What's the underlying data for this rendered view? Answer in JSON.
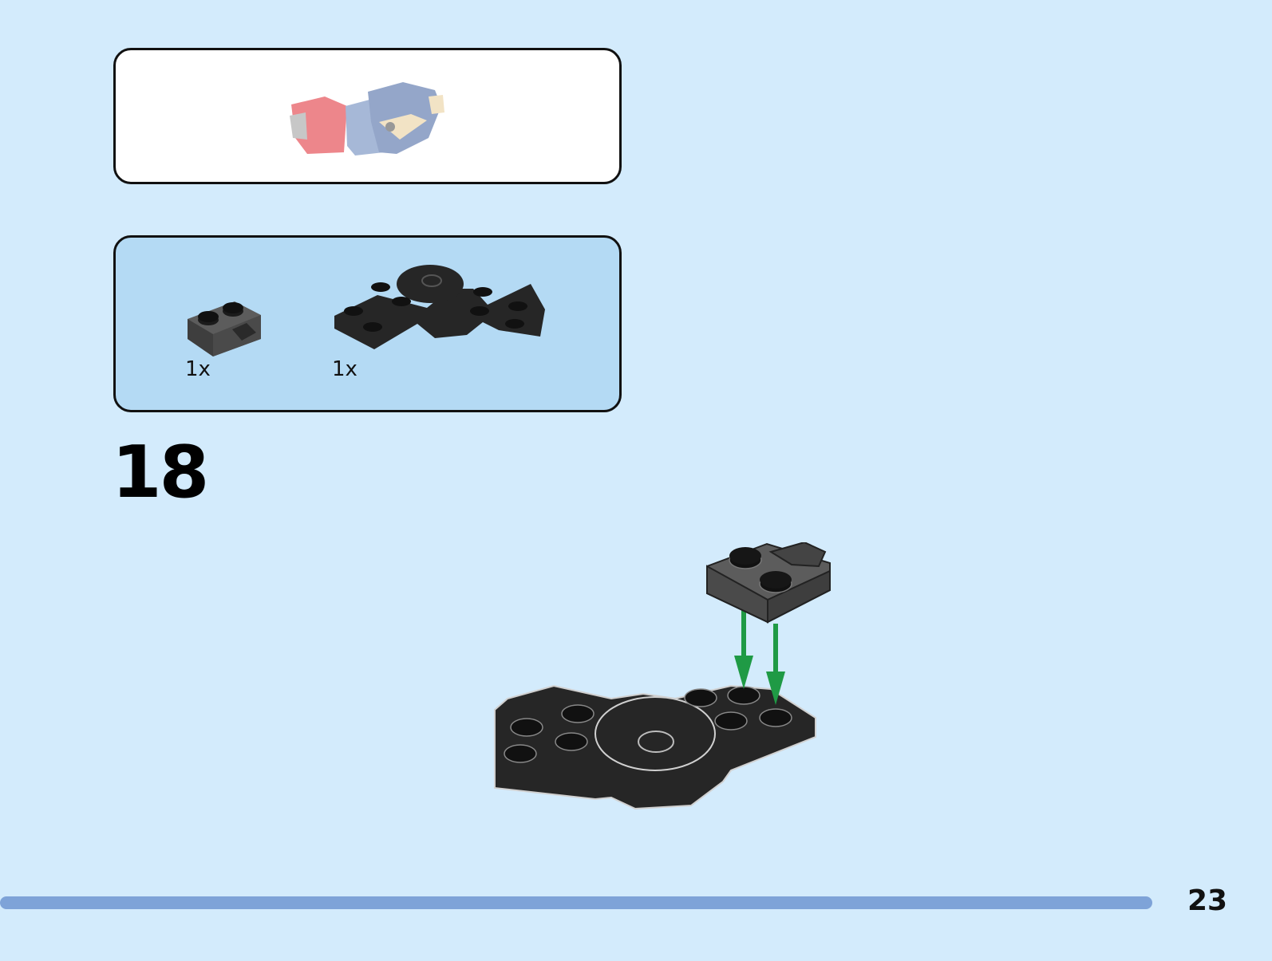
{
  "page": {
    "background": "#d3ebfc",
    "step_number": "18",
    "page_number": "23"
  },
  "parts_list": [
    {
      "name": "clip-plate-1x2",
      "quantity": "1x",
      "color": "#5c5c5c"
    },
    {
      "name": "curved-plate-black",
      "quantity": "1x",
      "color": "#262626"
    }
  ],
  "progress_bar": {
    "fill_fraction": 1.0,
    "color": "#7ea3d8"
  },
  "colors": {
    "arrow": "#1f9a45",
    "black_brick": "#262626",
    "dark_gray_brick": "#5c5c5c"
  }
}
